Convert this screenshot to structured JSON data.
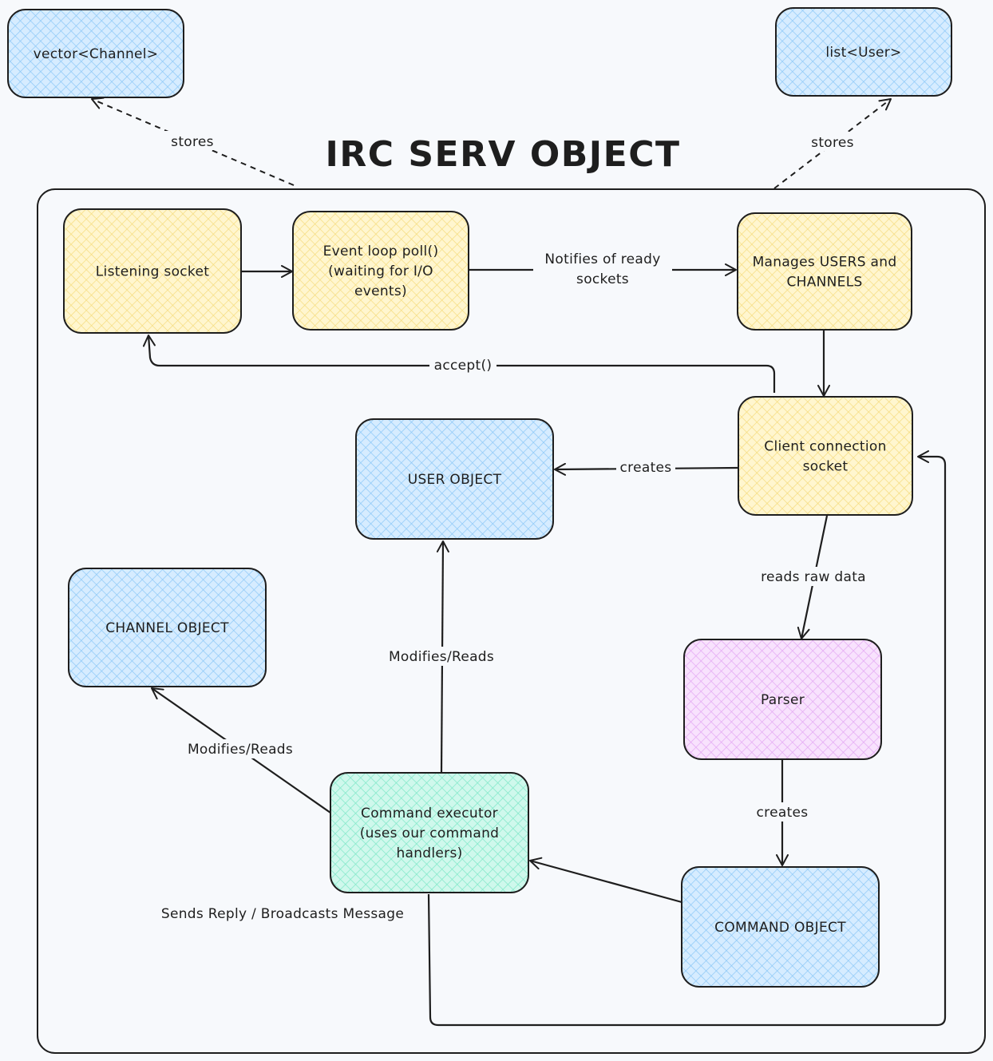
{
  "title": "IRC SERV OBJECT",
  "colors": {
    "blue": "#a5d8ff",
    "yellow": "#ffec99",
    "pink": "#eebefa",
    "green": "#96f2d7",
    "stroke": "#1e1e1e",
    "background": "#f7f9fc"
  },
  "nodes": {
    "vector_channel": {
      "lines": [
        "vector<Channel>"
      ],
      "color": "blue"
    },
    "list_user": {
      "lines": [
        "list<User>"
      ],
      "color": "blue"
    },
    "listening_socket": {
      "lines": [
        "Listening socket"
      ],
      "color": "yellow"
    },
    "event_loop": {
      "lines": [
        "Event loop poll()",
        "(waiting for I/O",
        "events)"
      ],
      "color": "yellow"
    },
    "manages": {
      "lines": [
        "Manages USERS and",
        "CHANNELS"
      ],
      "color": "yellow"
    },
    "client_socket": {
      "lines": [
        "Client connection",
        "socket"
      ],
      "color": "yellow"
    },
    "user_object": {
      "lines": [
        "USER OBJECT"
      ],
      "color": "blue"
    },
    "channel_object": {
      "lines": [
        "CHANNEL OBJECT"
      ],
      "color": "blue"
    },
    "parser": {
      "lines": [
        "Parser"
      ],
      "color": "pink"
    },
    "command_executor": {
      "lines": [
        "Command executor",
        "(uses our command",
        "handlers)"
      ],
      "color": "green"
    },
    "command_object": {
      "lines": [
        "COMMAND OBJECT"
      ],
      "color": "blue"
    }
  },
  "edges": {
    "stores_left": "stores",
    "stores_right": "stores",
    "listen_to_poll": "",
    "notifies": [
      "Notifies of ready",
      "sockets"
    ],
    "accept": "accept()",
    "manages_to_client": "",
    "creates_user": "creates",
    "reads_raw": "reads raw data",
    "creates_command": "creates",
    "cmd_to_executor": "",
    "modifies_user": "Modifies/Reads",
    "modifies_channel": "Modifies/Reads",
    "sends_reply": "Sends Reply / Broadcasts Message"
  }
}
